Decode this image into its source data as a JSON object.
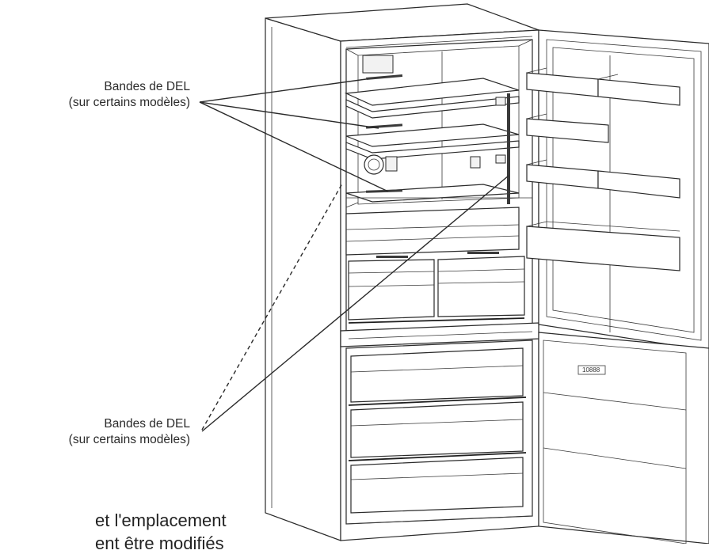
{
  "labels": {
    "top": {
      "line1": "Bandes de DEL",
      "line2": "(sur certains modèles)"
    },
    "bottom": {
      "line1": "Bandes de DEL",
      "line2": "(sur certains modèles)"
    }
  },
  "caption": {
    "line1": "et l'emplacement",
    "line2": "ent être modifiés"
  },
  "appliance": {
    "type": "bottom-freezer refrigerator, doors open",
    "freezer_door_display": "10888"
  }
}
